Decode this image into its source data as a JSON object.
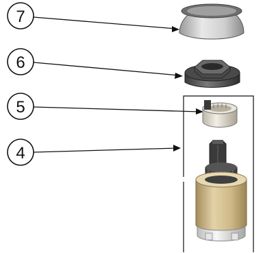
{
  "diagram": {
    "callouts": [
      {
        "id": "callout-7",
        "label": "7"
      },
      {
        "id": "callout-6",
        "label": "6"
      },
      {
        "id": "callout-5",
        "label": "5"
      },
      {
        "id": "callout-4",
        "label": "4"
      }
    ],
    "parts": [
      {
        "id": "decorative-cap",
        "callout": "7",
        "color": "#c9c9c9"
      },
      {
        "id": "hex-nut",
        "callout": "6",
        "color": "#4a4a4a"
      },
      {
        "id": "adapter-ring",
        "callout": "5",
        "color": "#e8e4da"
      },
      {
        "id": "cartridge",
        "callout": "4",
        "color": "#d8c69a"
      }
    ],
    "colors": {
      "line": "#111111",
      "cap_light": "#e6e6e6",
      "cap_dark": "#8e8e8e",
      "nut_dark": "#2e2e2e",
      "nut_mid": "#5a5a5a",
      "cartridge_body": "#d6c296",
      "cartridge_shadow": "#a8925f",
      "stem": "#3a3a3a",
      "base_white": "#f2f2f2"
    }
  }
}
